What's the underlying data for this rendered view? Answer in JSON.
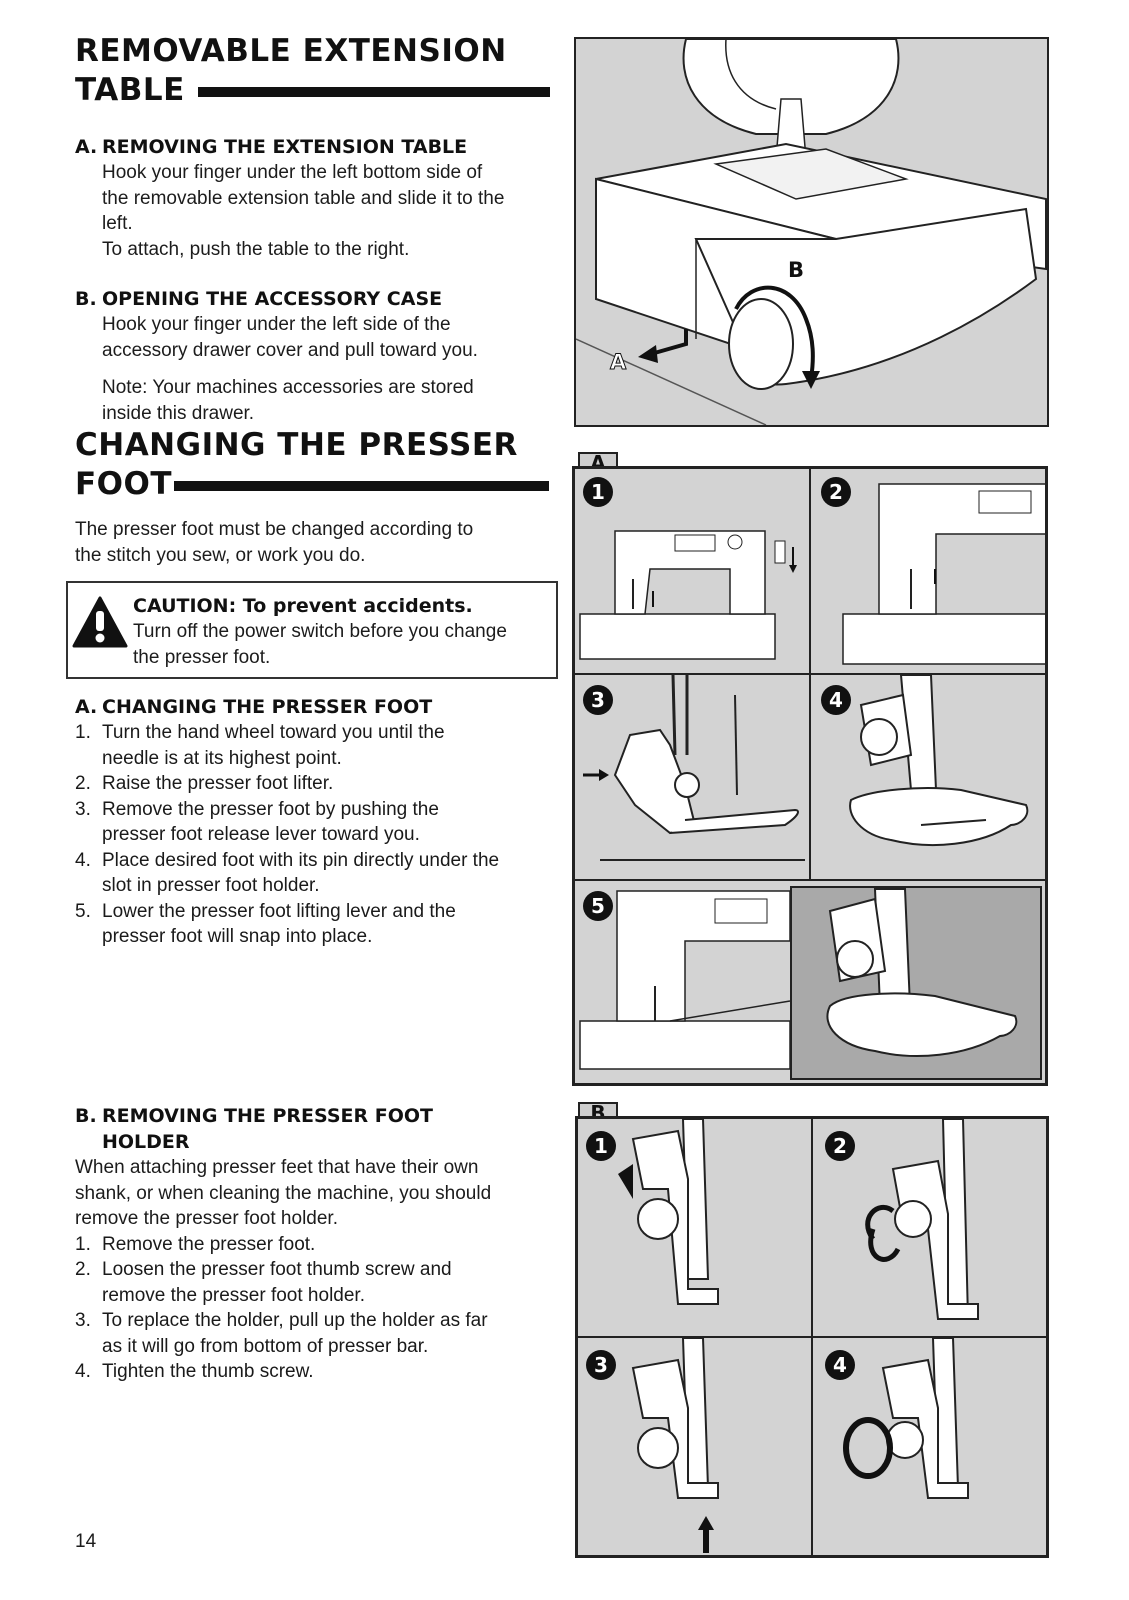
{
  "section1": {
    "title_line1": "REMOVABLE EXTENSION",
    "title_line2": "TABLE",
    "a_heading_prefix": "A.",
    "a_heading": "REMOVING THE EXTENSION TABLE",
    "a_lines": [
      "Hook your finger under the left bottom side of",
      "the removable extension table and slide it to the",
      "left.",
      "To attach, push the table to the right."
    ],
    "b_heading_prefix": "B.",
    "b_heading": "OPENING THE ACCESSORY CASE",
    "b_lines": [
      "Hook your finger under the left side of the",
      "accessory drawer cover and pull toward you."
    ],
    "note_lines": [
      "Note:  Your machines accessories are stored",
      "inside this drawer."
    ]
  },
  "section2": {
    "title_line1": "CHANGING THE PRESSER",
    "title_line2": "FOOT",
    "intro_lines": [
      "The presser foot must be changed according to",
      "the stitch you sew, or work you do."
    ],
    "caution_heading": "CAUTION: To prevent accidents.",
    "caution_lines": [
      "Turn off the power switch before you change",
      "the presser foot."
    ],
    "a_heading_prefix": "A.",
    "a_heading": "CHANGING THE PRESSER FOOT",
    "a_steps": [
      {
        "n": "1.",
        "lines": [
          "Turn the hand wheel toward you until the",
          "needle is at its highest point."
        ]
      },
      {
        "n": "2.",
        "lines": [
          "Raise the presser foot lifter."
        ]
      },
      {
        "n": "3.",
        "lines": [
          "Remove the presser foot by pushing the",
          "presser foot release lever toward you."
        ]
      },
      {
        "n": "4.",
        "lines": [
          "Place desired foot with its pin directly under the",
          "slot in presser foot holder."
        ]
      },
      {
        "n": "5.",
        "lines": [
          "Lower the presser foot lifting lever and the",
          "presser foot will snap into place."
        ]
      }
    ],
    "b_heading_prefix": "B.",
    "b_heading_line1": "REMOVING THE PRESSER FOOT",
    "b_heading_line2": "HOLDER",
    "b_intro_lines": [
      "When attaching presser feet that have their own",
      "shank, or when cleaning the machine, you should",
      "remove the presser foot holder."
    ],
    "b_steps": [
      {
        "n": "1.",
        "lines": [
          "Remove the presser foot."
        ]
      },
      {
        "n": "2.",
        "lines": [
          "Loosen the presser foot thumb screw and",
          "remove the presser foot holder."
        ]
      },
      {
        "n": "3.",
        "lines": [
          "To replace the holder, pull up the holder as far",
          "as it will go from bottom of presser bar."
        ]
      },
      {
        "n": "4.",
        "lines": [
          "Tighten the thumb screw."
        ]
      }
    ]
  },
  "figures": {
    "fig1_label_a": "A",
    "fig1_label_b": "B",
    "panel_a_tab": "A",
    "panel_b_tab": "B",
    "step_numbers": [
      "1",
      "2",
      "3",
      "4",
      "5"
    ]
  },
  "page_number": "14"
}
